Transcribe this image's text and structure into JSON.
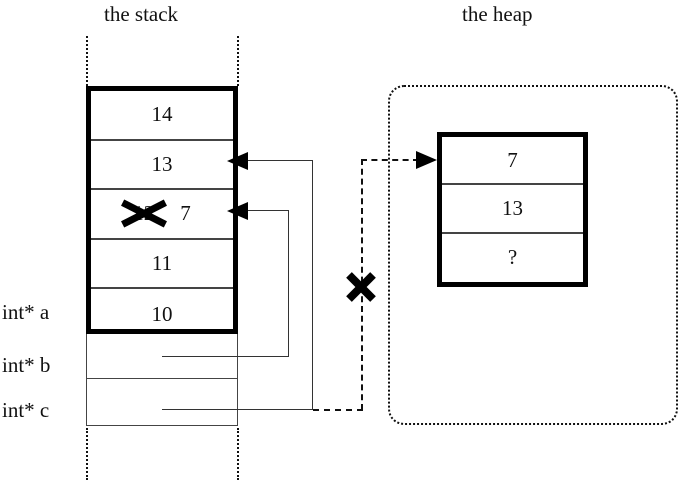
{
  "figure": {
    "stack_title": "the stack",
    "heap_title": "the heap"
  },
  "stack": {
    "cells": [
      {
        "value": "14"
      },
      {
        "value": "13"
      },
      {
        "value": "7",
        "old_value": "12",
        "struck": true
      },
      {
        "value": "11"
      },
      {
        "value": "10"
      }
    ],
    "pointers": [
      {
        "label": "int* a"
      },
      {
        "label": "int* b"
      },
      {
        "label": "int* c"
      }
    ]
  },
  "heap": {
    "cells": [
      {
        "value": "7"
      },
      {
        "value": "13"
      },
      {
        "value": "?"
      }
    ]
  },
  "markers": {
    "cancel": "x-cross-marker",
    "strike": "x-strikethrough"
  },
  "colors": {
    "ink": "#000000",
    "line": "#333333",
    "background": "#ffffff"
  }
}
